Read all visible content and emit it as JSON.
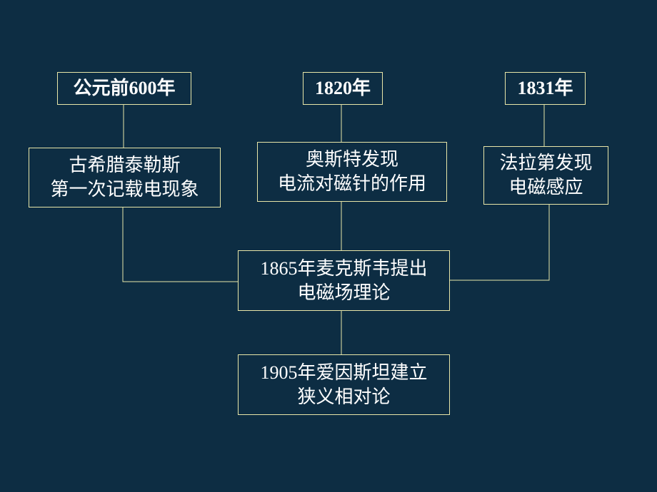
{
  "year_labels": {
    "left": "公元前600年",
    "middle": "1820年",
    "right": "1831年"
  },
  "events": {
    "greek": {
      "line1": "古希腊泰勒斯",
      "line2": "第一次记载电现象"
    },
    "oersted": {
      "line1": "奥斯特发现",
      "line2": "电流对磁针的作用"
    },
    "faraday": {
      "line1": "法拉第发现",
      "line2": "电磁感应"
    },
    "maxwell": {
      "line1": "1865年麦克斯韦提出",
      "line2": "电磁场理论"
    },
    "einstein": {
      "line1": "1905年爱因斯坦建立",
      "line2": "狭义相对论"
    }
  },
  "colors": {
    "background": "#0d2d43",
    "border": "#e8e6a8",
    "text": "#ffffff"
  }
}
